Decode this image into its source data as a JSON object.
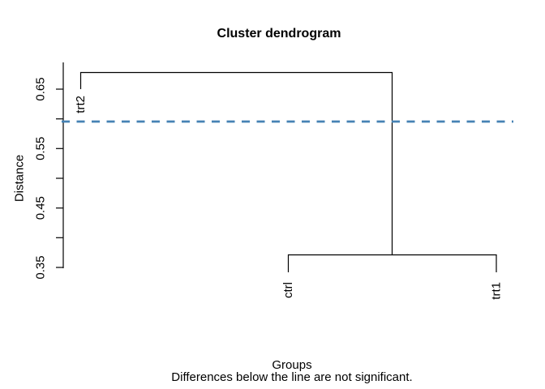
{
  "chart_data": {
    "type": "dendrogram",
    "title": "Cluster dendrogram",
    "ylabel": "Distance",
    "xlabel": "Groups",
    "subtitle": "Differences below the line are not significant.",
    "leaves": [
      "trt2",
      "ctrl",
      "trt1"
    ],
    "merges": [
      {
        "members": [
          "ctrl",
          "trt1"
        ],
        "height": 0.37
      },
      {
        "members": [
          "trt2",
          "(ctrl,trt1)"
        ],
        "height": 0.68
      }
    ],
    "leaf_hang_heights": {
      "trt2": 0.65,
      "ctrl": 0.34,
      "trt1": 0.34
    },
    "threshold_line": {
      "value": 0.6,
      "color": "#4682B4",
      "style": "dashed",
      "line_width": 3,
      "meaning": "significance threshold"
    },
    "y_axis": {
      "tick_labels": [
        "0.65",
        "0.55",
        "0.45",
        "0.35"
      ],
      "tick_values_labeled": [
        0.65,
        0.55,
        0.45,
        0.35
      ],
      "tick_values_minor": [
        0.6,
        0.5,
        0.4
      ],
      "ylim": [
        0.34,
        0.68
      ]
    },
    "grid": false,
    "legend_position": "none",
    "branch_color": "#000000",
    "background_color": "#FFFFFF"
  }
}
